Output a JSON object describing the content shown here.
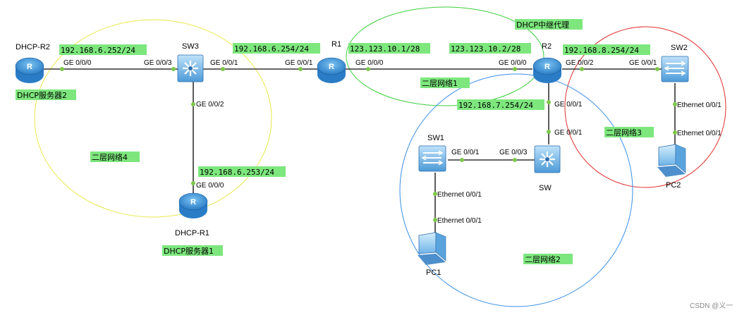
{
  "devices": {
    "dhcp_r2": "DHCP-R2",
    "sw3": "SW3",
    "r1": "R1",
    "r2": "R2",
    "sw2": "SW2",
    "sw1": "SW1",
    "sw": "SW",
    "dhcp_r1": "DHCP-R1",
    "pc1": "PC1",
    "pc2": "PC2",
    "router_glyph": "R"
  },
  "ips": {
    "dhcp_r2_ge000": "192.168.6.252/24",
    "sw3_ge001": "192.168.6.254/24",
    "r1_ge000": "123.123.10.1/28",
    "r2_ge000": "123.123.10.2/28",
    "r2_ge002": "192.168.8.254/24",
    "r2_ge001": "192.168.7.254/24",
    "dhcp_r1_ge000": "192.168.6.253/24"
  },
  "roles": {
    "dhcp_server_2": "DHCP服务器2",
    "dhcp_server_1": "DHCP服务器1",
    "dhcp_relay": "DHCP中继代理"
  },
  "networks": {
    "l2_net_1": "二层网络1",
    "l2_net_2": "二层网络2",
    "l2_net_3": "二层网络3",
    "l2_net_4": "二层网络4"
  },
  "ports": {
    "dhcp_r2_ge000": "GE 0/0/0",
    "sw3_ge003": "GE 0/0/3",
    "sw3_ge001": "GE 0/0/1",
    "sw3_ge002": "GE 0/0/2",
    "r1_ge001": "GE 0/0/1",
    "r1_ge000": "GE 0/0/0",
    "r2_ge000": "GE 0/0/0",
    "r2_ge002": "GE 0/0/2",
    "r2_ge001": "GE 0/0/1",
    "sw2_ge001": "GE 0/0/1",
    "sw_ge001": "GE 0/0/1",
    "sw_ge003": "GE 0/0/3",
    "sw1_ge001": "GE 0/0/1",
    "sw1_eth": "Ethernet 0/0/1",
    "pc1_eth": "Ethernet 0/0/1",
    "sw2_eth": "Ethernet 0/0/1",
    "pc2_eth": "Ethernet 0/0/1",
    "dhcp_r1_ge000": "GE 0/0/0"
  },
  "watermark": "CSDN @义一",
  "colors": {
    "label_highlight": "#7de77d",
    "port_dot": "#7ec84a",
    "circle_yellow": "#e8e84a",
    "circle_green": "#3fcf3f",
    "circle_red": "#e03030",
    "circle_blue": "#3a8ee6",
    "device_blue": "#3a8fd8",
    "link": "#333333"
  }
}
